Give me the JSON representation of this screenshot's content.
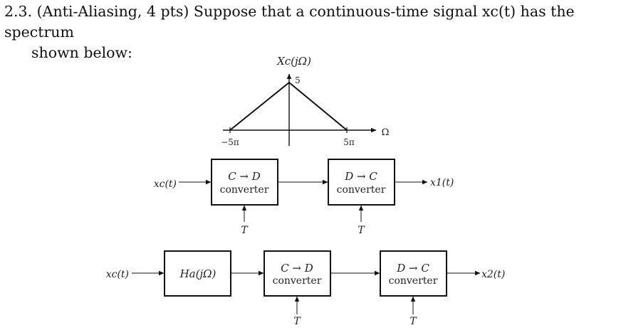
{
  "problem": {
    "number": "2.3.",
    "line1": "(Anti-Aliasing, 4 pts) Suppose that a continuous-time signal xc(t) has the spectrum",
    "line2": "shown below:"
  },
  "spectrum": {
    "title": "Xc(jΩ)",
    "peak_label": "5",
    "neg_label": "−5π",
    "pos_label": "5π",
    "axis_label": "Ω",
    "chart_data": {
      "type": "line",
      "x": [
        "-5π",
        "0",
        "5π"
      ],
      "values": [
        0,
        5,
        0
      ],
      "xlabel": "Ω",
      "title": "Xc(jΩ)"
    }
  },
  "system1": {
    "input": "xc(t)",
    "cd_title": "C → D",
    "cd_sub": "converter",
    "dc_title": "D → C",
    "dc_sub": "converter",
    "output": "x1(t)",
    "t1": "T",
    "t2": "T"
  },
  "system2": {
    "input": "xc(t)",
    "filter": "Ha(jΩ)",
    "cd_title": "C → D",
    "cd_sub": "converter",
    "dc_title": "D → C",
    "dc_sub": "converter",
    "output": "x2(t)",
    "t1": "T",
    "t2": "T"
  }
}
